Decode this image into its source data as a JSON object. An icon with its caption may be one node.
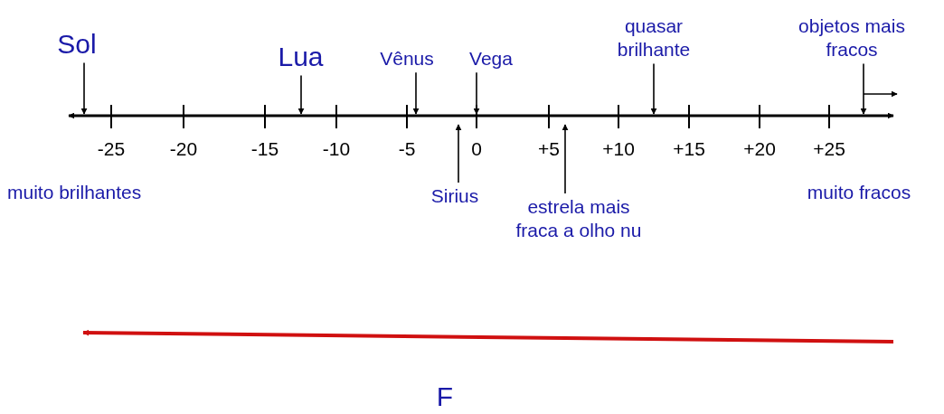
{
  "diagram": {
    "nodes": [
      {
        "text": [
          "Sol"
        ]
      },
      {
        "text": [
          "Lua"
        ]
      },
      {
        "text": [
          "Vênus"
        ]
      },
      {
        "text": [
          "Vega"
        ]
      },
      {
        "text": [
          "quasar brilhante"
        ]
      },
      {
        "text": [
          "objetos mais fracos"
        ]
      },
      {
        "text": [
          "Sirius"
        ]
      },
      {
        "text": [
          "estrela mais fraca a olho nu"
        ]
      }
    ],
    "edges": [
      {
        "from": 0,
        "to": null,
        "arrow": "to"
      },
      {
        "from": 1,
        "to": null,
        "arrow": "to"
      },
      {
        "from": 2,
        "to": null,
        "arrow": "to"
      },
      {
        "from": 3,
        "to": null,
        "arrow": "to"
      },
      {
        "from": 4,
        "to": null,
        "arrow": "to"
      },
      {
        "from": 5,
        "to": null,
        "arrow": "to"
      },
      {
        "from": 6,
        "to": null,
        "arrow": "to"
      },
      {
        "from": 7,
        "to": null,
        "arrow": "to"
      }
    ],
    "labels": [
      "-25",
      "-20",
      "-15",
      "-10",
      "-5",
      "0",
      "+5",
      "+10",
      "+15",
      "+20",
      "+25",
      "muito brilhantes",
      "muito fracos",
      "F"
    ]
  }
}
